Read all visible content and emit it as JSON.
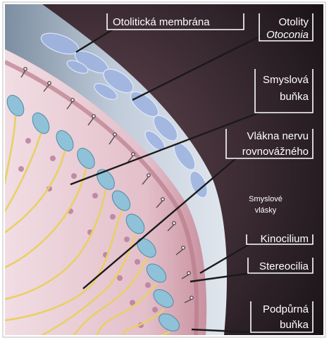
{
  "figure": {
    "labels": {
      "otoliticka_membrana": "Otolitická membrána",
      "otolity": "Otolity",
      "otoconia": "Otoconia",
      "smyslova_bunka_line1": "Smyslová",
      "smyslova_bunka_line2": "buňka",
      "vlakna_nervu_line1": "Vlákna nervu",
      "vlakna_nervu_line2": "rovnovážného",
      "smyslove_vlasky_line1": "Smyslové",
      "smyslove_vlasky_line2": "vlásky",
      "kinocilium": "Kinocilium",
      "stereocilia": "Stereocilia",
      "podpurna_bunka_line1": "Podpůrná",
      "podpurna_bunka_line2": "buňka"
    },
    "colors": {
      "background": "#1a1418",
      "membrane": "#c9d6e6",
      "otoliths": "#8fa6d8",
      "epithelium": "#e6c8d2",
      "nerve_fiber": "#e8d066",
      "sensory_cell": "#8fc2d8",
      "label_text": "#ffffff"
    }
  }
}
